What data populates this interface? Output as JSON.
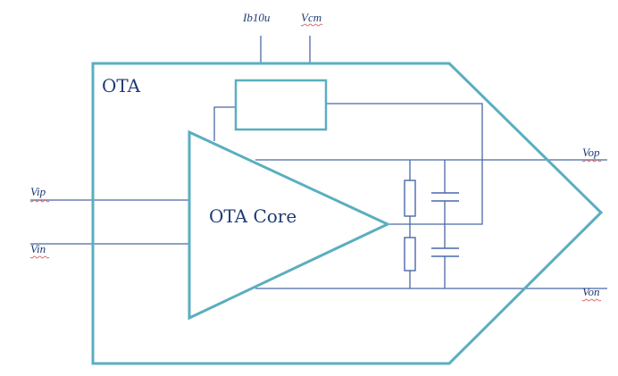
{
  "diagram": {
    "block_label": "OTA",
    "core_label": "OTA Core",
    "pins": {
      "ib": "Ib10u",
      "vcm": "Vcm",
      "vip": "Vip",
      "vin": "Vin",
      "vop": "Vop",
      "von": "Von"
    }
  },
  "colors": {
    "block_outline": "#5aaec0",
    "wire": "#4a68a8",
    "text": "#1f3b78"
  }
}
